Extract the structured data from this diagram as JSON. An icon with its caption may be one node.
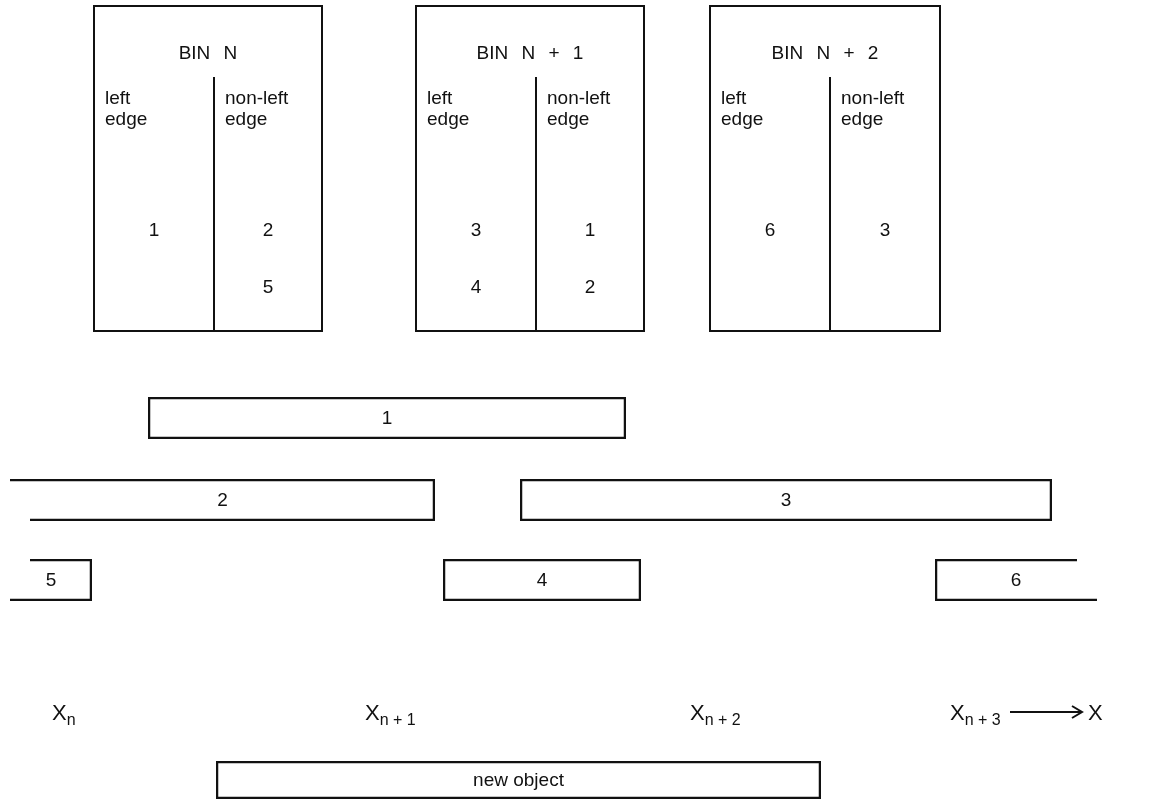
{
  "diagram": {
    "nodes": [
      {
        "text": [
          "BIN N"
        ]
      },
      {
        "text": [
          "left edge",
          "1"
        ],
        "in": 0
      },
      {
        "text": [
          "non-left edge",
          "2",
          "5"
        ],
        "in": 0
      },
      {
        "text": [
          "BIN N + 1"
        ]
      },
      {
        "text": [
          "left edge",
          "3",
          "4"
        ],
        "in": 3
      },
      {
        "text": [
          "non-left edge",
          "1",
          "2"
        ],
        "in": 3
      },
      {
        "text": [
          "BIN N + 2"
        ]
      },
      {
        "text": [
          "left edge",
          "6"
        ],
        "in": 6
      },
      {
        "text": [
          "non-left edge",
          "3"
        ],
        "in": 6
      },
      {
        "text": [
          "1"
        ]
      },
      {
        "text": [
          "2"
        ]
      },
      {
        "text": [
          "3"
        ]
      },
      {
        "text": [
          "5"
        ]
      },
      {
        "text": [
          "4"
        ]
      },
      {
        "text": [
          "6"
        ]
      },
      {
        "text": [
          "new object"
        ]
      }
    ],
    "labels": [
      "X$_{n}$",
      "X$_{n + 1}$",
      "X$_{n + 2}$",
      "X$_{n + 3}$",
      "X"
    ]
  }
}
